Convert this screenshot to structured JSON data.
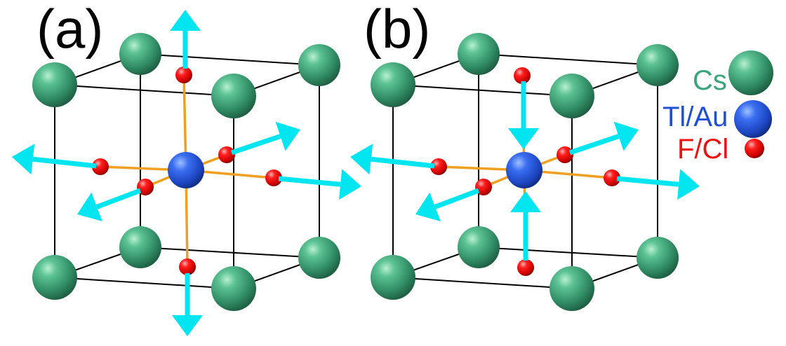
{
  "panels": [
    {
      "label": "(a)",
      "mode": "apical-outward"
    },
    {
      "label": "(b)",
      "mode": "apical-inward"
    }
  ],
  "legend": [
    {
      "label": "Cs",
      "color": "#3aa57a",
      "species": "large-sphere"
    },
    {
      "label": "Tl/Au",
      "color": "#1f4fd6",
      "species": "medium-sphere"
    },
    {
      "label": "F/Cl",
      "color": "#ee1111",
      "species": "small-sphere"
    }
  ],
  "colors": {
    "cs": "#3aa57a",
    "center": "#2255dd",
    "anion": "#ee1111",
    "bond": "#f0a020",
    "arrow": "#00e5f0",
    "cell_edge": "#000000",
    "cs_text": "#3aa57a",
    "center_text": "#1f4fd6",
    "anion_text": "#ee1111"
  }
}
